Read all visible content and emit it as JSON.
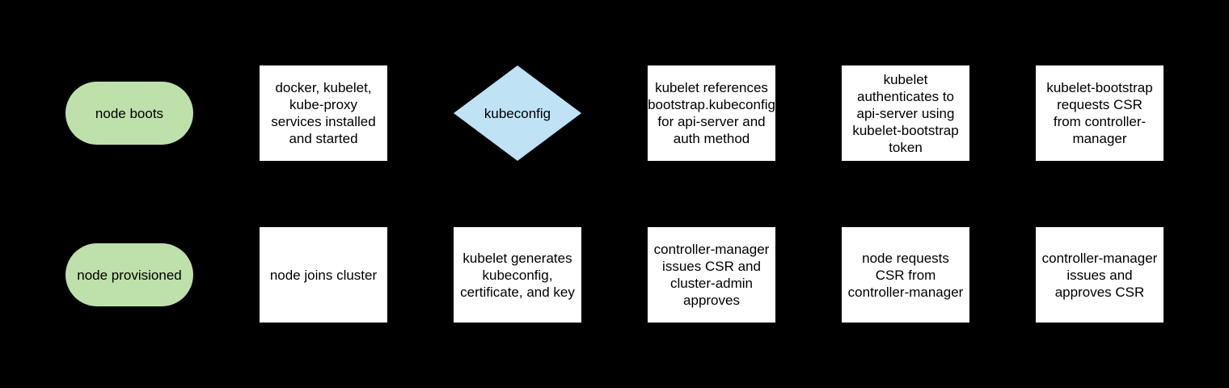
{
  "colors": {
    "background": "#000000",
    "process_fill": "#ffffff",
    "terminator_fill": "#bee0aa",
    "decision_fill": "#bfe2f5",
    "text": "#000000"
  },
  "diagram": {
    "shapes": [
      {
        "id": "node-boots",
        "type": "terminator",
        "label": "node boots"
      },
      {
        "id": "services-installed",
        "type": "process",
        "label": "docker, kubelet, kube-proxy services installed and started"
      },
      {
        "id": "kubeconfig-decision",
        "type": "decision",
        "label": "kubeconfig"
      },
      {
        "id": "kubelet-references",
        "type": "process",
        "label": "kubelet references bootstrap.kubeconfig for api-server and auth method"
      },
      {
        "id": "kubelet-authenticates",
        "type": "process",
        "label": "kubelet authenticates to api-server using kubelet-bootstrap token"
      },
      {
        "id": "bootstrap-requests-csr",
        "type": "process",
        "label": "kubelet-bootstrap requests CSR from controller-manager"
      },
      {
        "id": "node-provisioned",
        "type": "terminator",
        "label": "node provisioned"
      },
      {
        "id": "node-joins-cluster",
        "type": "process",
        "label": "node joins cluster"
      },
      {
        "id": "kubelet-generates",
        "type": "process",
        "label": "kubelet generates kubeconfig, certificate, and key"
      },
      {
        "id": "cm-issues-csr-admin-approves",
        "type": "process",
        "label": "controller-manager issues CSR and cluster-admin approves"
      },
      {
        "id": "node-requests-csr",
        "type": "process",
        "label": "node requests CSR from controller-manager"
      },
      {
        "id": "cm-issues-and-approves-csr",
        "type": "process",
        "label": "controller-manager issues and approves CSR"
      }
    ]
  }
}
